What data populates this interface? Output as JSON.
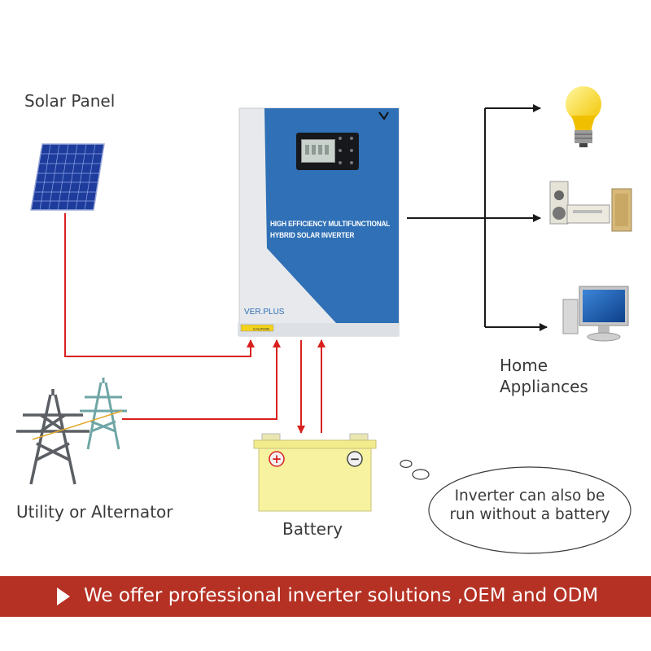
{
  "labels": {
    "solar_panel": "Solar Panel",
    "utility": "Utility or Alternator",
    "battery": "Battery",
    "home_line1": "Home",
    "home_line2": "Appliances"
  },
  "inverter": {
    "title_line1": "HIGH EFFICIENCY MULTIFUNCTIONAL",
    "title_line2": "HYBRID SOLAR INVERTER",
    "version": "VER.PLUS",
    "caution": "CAUTION"
  },
  "battery_terminals": {
    "positive": "+",
    "negative": "−"
  },
  "bubble": {
    "line1": "Inverter can also be",
    "line2": "run without a battery"
  },
  "banner": {
    "text": "We offer professional inverter solutions ,OEM and ODM"
  },
  "colors": {
    "wire": "#d9201e",
    "banner": "#b53124",
    "inverter_blue": "#2f70b6",
    "battery_yellow": "#f7f2a0"
  }
}
